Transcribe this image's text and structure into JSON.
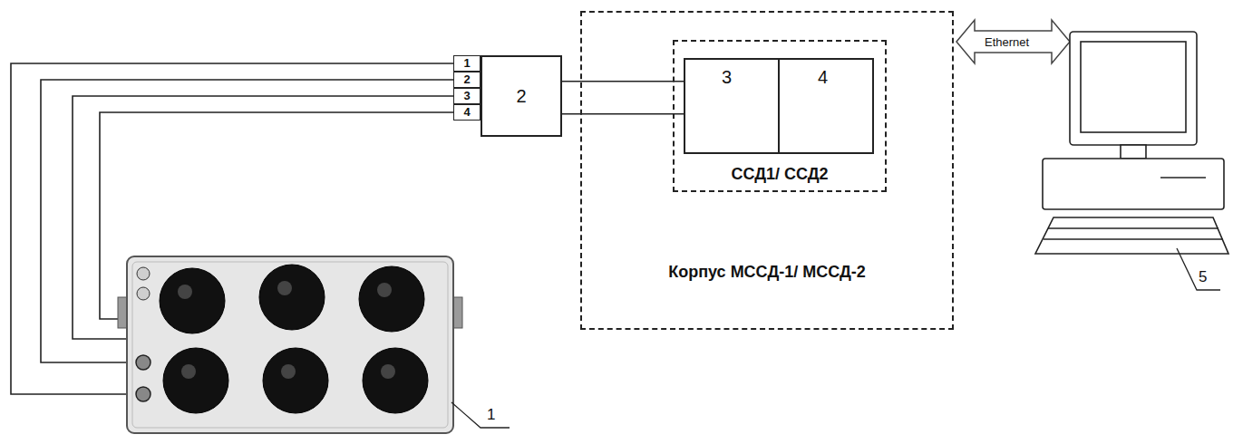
{
  "diagram": {
    "nodes": [
      {
        "text": [
          "1"
        ]
      },
      {
        "text": [
          "2"
        ]
      },
      {
        "text": [
          "3"
        ]
      },
      {
        "text": [
          "4"
        ]
      },
      {
        "text": [
          "2"
        ]
      },
      {
        "text": [
          "Корпус МССД-1/ МССД-2"
        ]
      },
      {
        "text": [
          "ССД1/ ССД2"
        ],
        "in": 5
      },
      {
        "text": [
          "3"
        ],
        "in": 6
      },
      {
        "text": [
          "4"
        ],
        "in": 6
      }
    ],
    "edges": [
      {
        "from": 4,
        "to": 7,
        "arrow": "none"
      },
      {
        "from": 4,
        "to": 7,
        "arrow": "none"
      }
    ],
    "labels": [
      "Ethernet",
      "1",
      "5"
    ]
  }
}
